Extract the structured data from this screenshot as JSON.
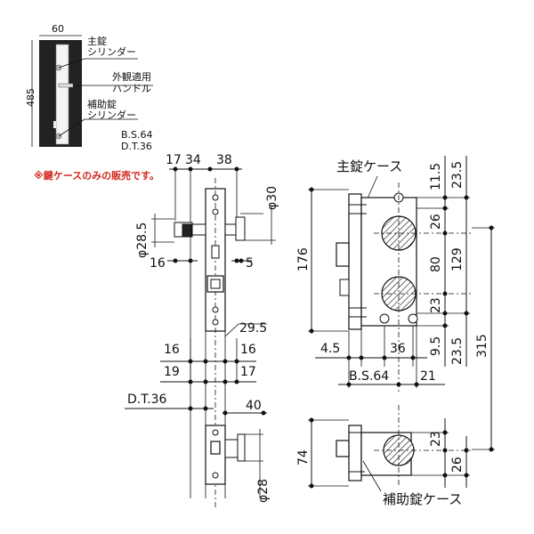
{
  "colors": {
    "ink": "#111111",
    "notice": "#d2281e",
    "door": "#222222"
  },
  "thumbnail": {
    "width_label": "60",
    "height_label": "485",
    "main_cylinder": "主錠\nシリンダー",
    "main_cylinder_l1": "主錠",
    "main_cylinder_l2": "シリンダー",
    "handle_l1": "外観適用",
    "handle_l2": "ハンドル",
    "aux_cylinder_l1": "補助錠",
    "aux_cylinder_l2": "シリンダー",
    "bs": "B.S.64",
    "dt": "D.T.36"
  },
  "notice": "※鍵ケースのみの販売です。",
  "front_view": {
    "top_dims": [
      "17",
      "34",
      "38"
    ],
    "phi30": "φ30",
    "phi28_5": "φ28.5",
    "dim16": "16",
    "dim5": "5",
    "dim29_5": "29.5",
    "row1": [
      "16",
      "16"
    ],
    "row2": [
      "19",
      "17"
    ],
    "dt": "D.T.36",
    "dim40": "40",
    "phi28": "φ28"
  },
  "side_view": {
    "main_case_label": "主錠ケース",
    "aux_case_label": "補助錠ケース",
    "dim176": "176",
    "dim4_5": "4.5",
    "dim36": "36",
    "bs": "B.S.64",
    "dim21": "21",
    "right_inner": [
      "11.5",
      "26",
      "80",
      "23",
      "9.5"
    ],
    "right_outer": [
      "23.5",
      "129",
      "23.5"
    ],
    "dim315": "315",
    "dim74": "74",
    "aux_right": [
      "23",
      "26"
    ]
  }
}
